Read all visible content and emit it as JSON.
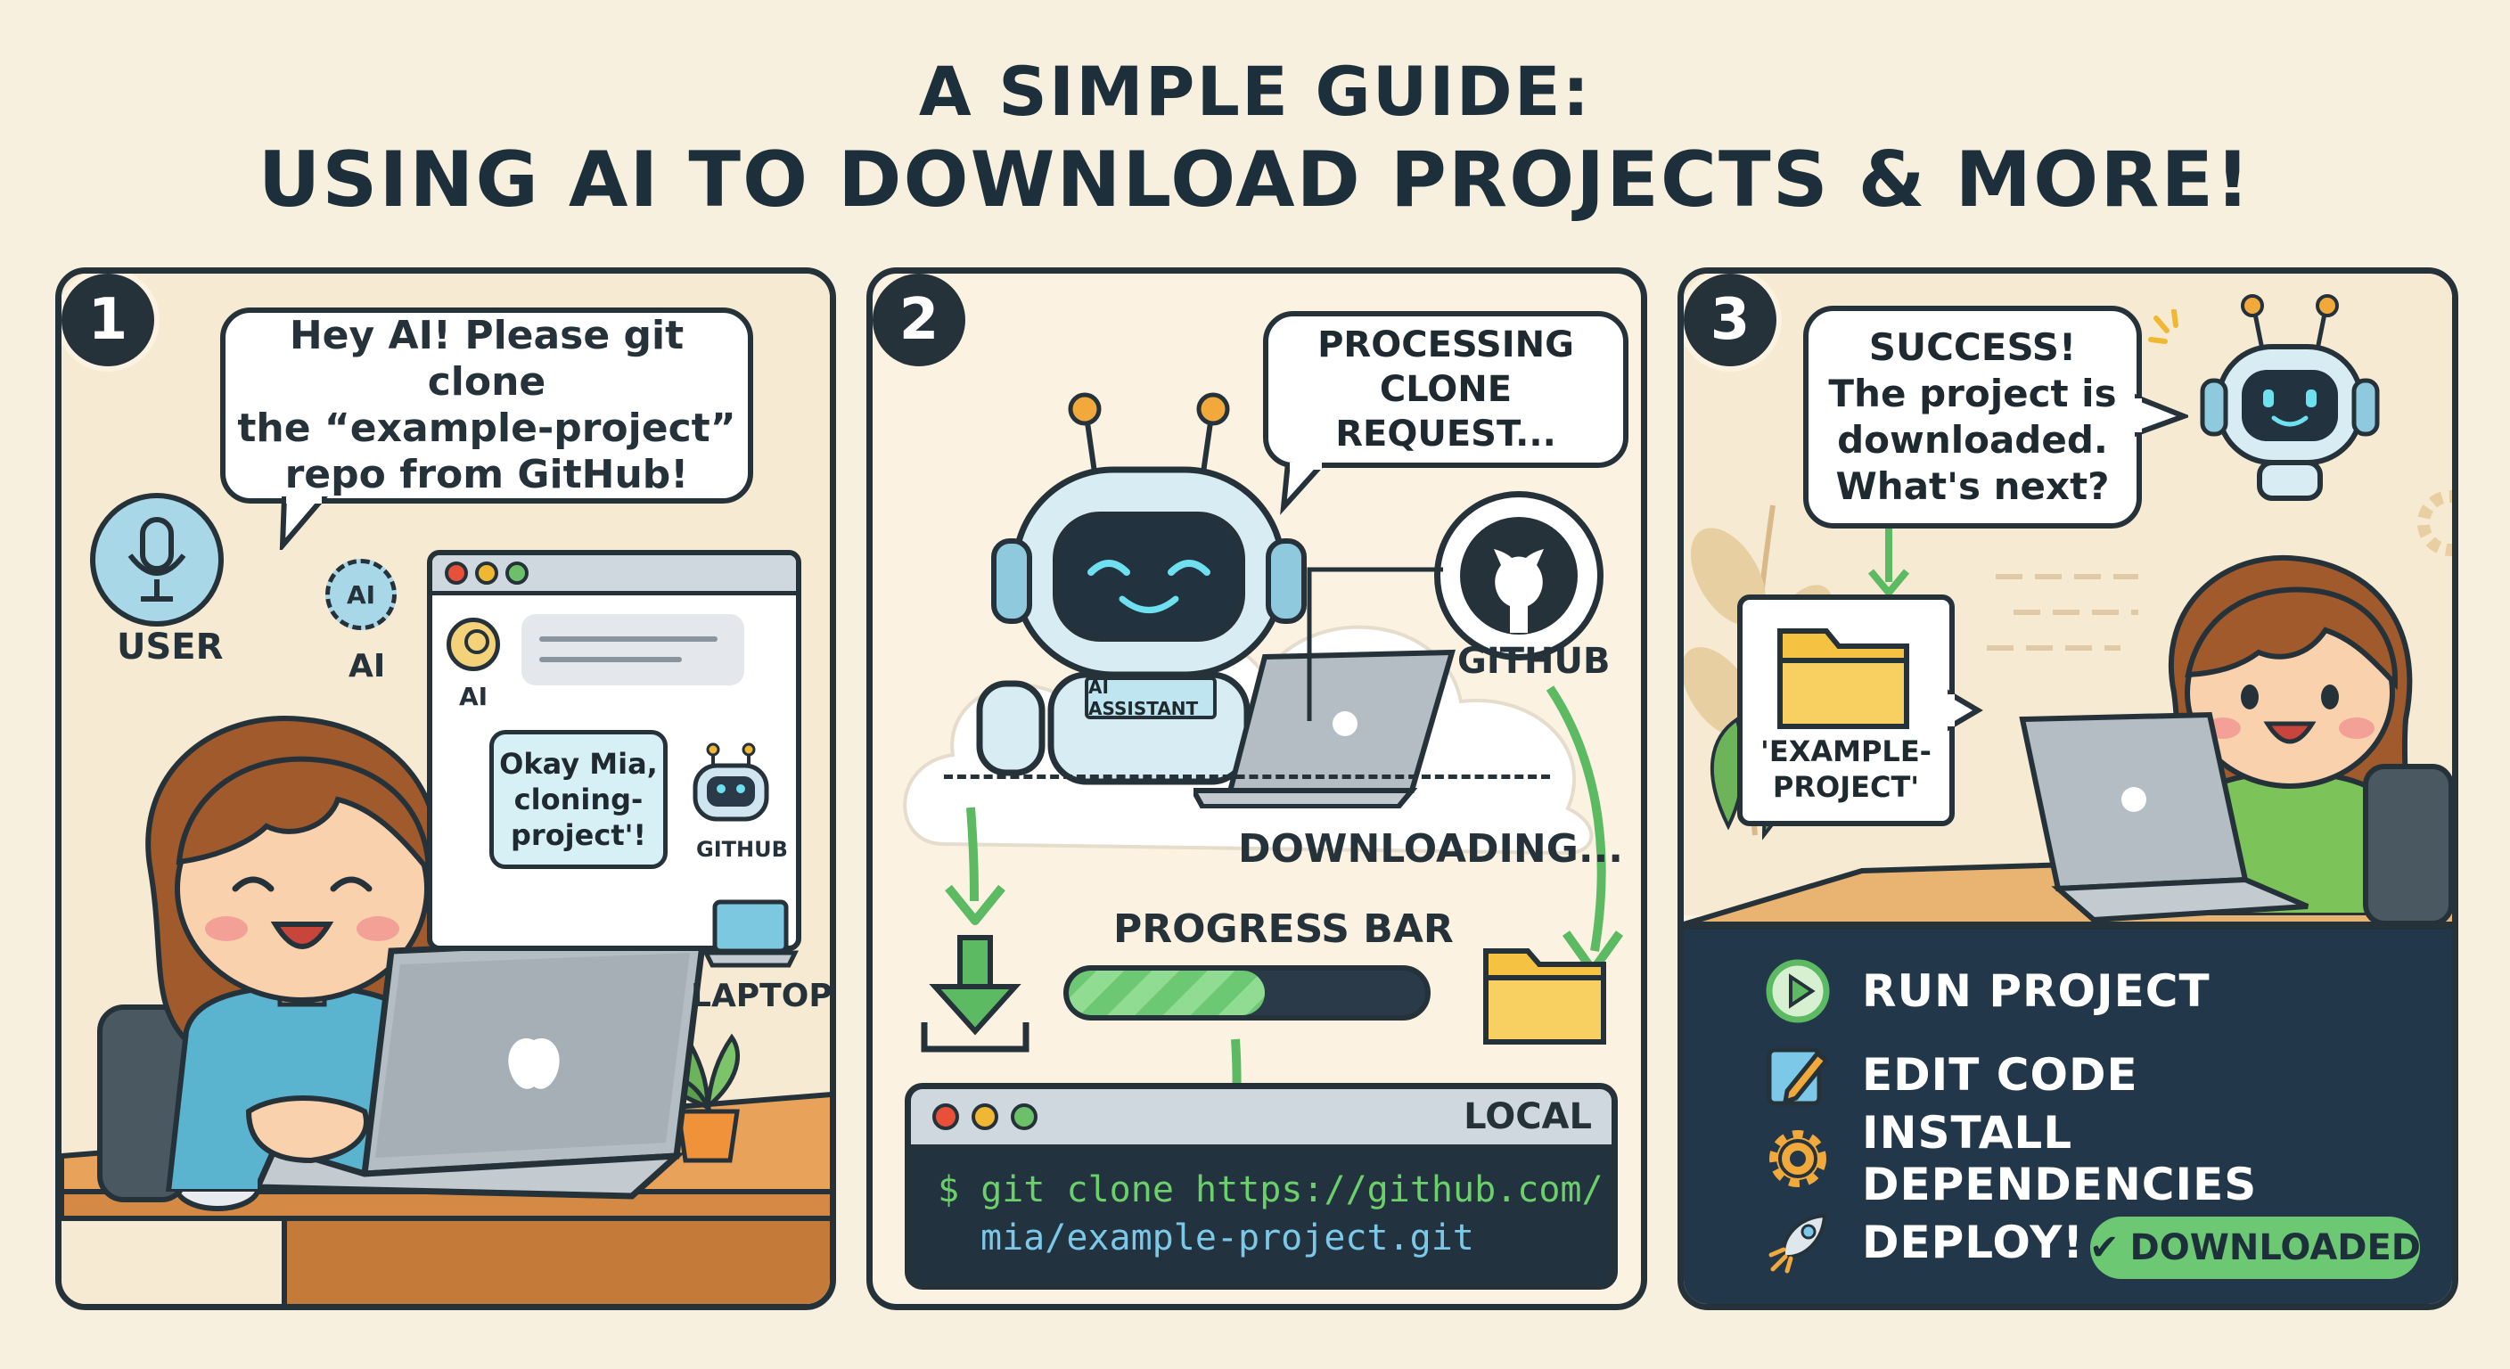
{
  "title": {
    "line1": "A SIMPLE GUIDE:",
    "line2": "USING AI TO DOWNLOAD PROJECTS & MORE!"
  },
  "panel1": {
    "step": "1",
    "user_bubble": "Hey AI! Please git clone\nthe “example-project”\nrepo from GitHub!",
    "user_label": "USER",
    "ai_label": "AI",
    "chat_ai_label": "AI",
    "ai_reply": "Okay Mia,\ncloning-\nproject'!",
    "github_label": "GITHUB",
    "laptop_label": "LAPTOP",
    "ai_badge_text": "AI"
  },
  "panel2": {
    "step": "2",
    "bubble": "PROCESSING\nCLONE REQUEST...",
    "robot_badge": "AI ASSISTANT",
    "github_label": "GITHUB",
    "downloading": "DOWNLOADING...",
    "progress_label": "PROGRESS BAR",
    "progress_value": 0.55,
    "terminal_title": "LOCAL",
    "command_prompt": "$",
    "command_line1": "git clone https://github.com/",
    "command_line2": "mia/example-project.git"
  },
  "panel3": {
    "step": "3",
    "bubble": "SUCCESS!\nThe project is\ndownloaded.\nWhat's next?",
    "folder_label": "'EXAMPLE-\nPROJECT'",
    "menu": [
      {
        "label": "RUN PROJECT",
        "icon": "play-icon"
      },
      {
        "label": "EDIT CODE",
        "icon": "pencil-icon"
      },
      {
        "label": "INSTALL DEPENDENCIES",
        "icon": "gear-icon"
      },
      {
        "label": "DEPLOY!",
        "icon": "rocket-icon"
      }
    ],
    "badge": "DOWNLOADED",
    "badge_check": "✔"
  },
  "colors": {
    "ink": "#26323a",
    "panel_bg": "#fbf2e2",
    "green": "#5cba62",
    "navy": "#22384a",
    "folder": "#f5c242"
  }
}
